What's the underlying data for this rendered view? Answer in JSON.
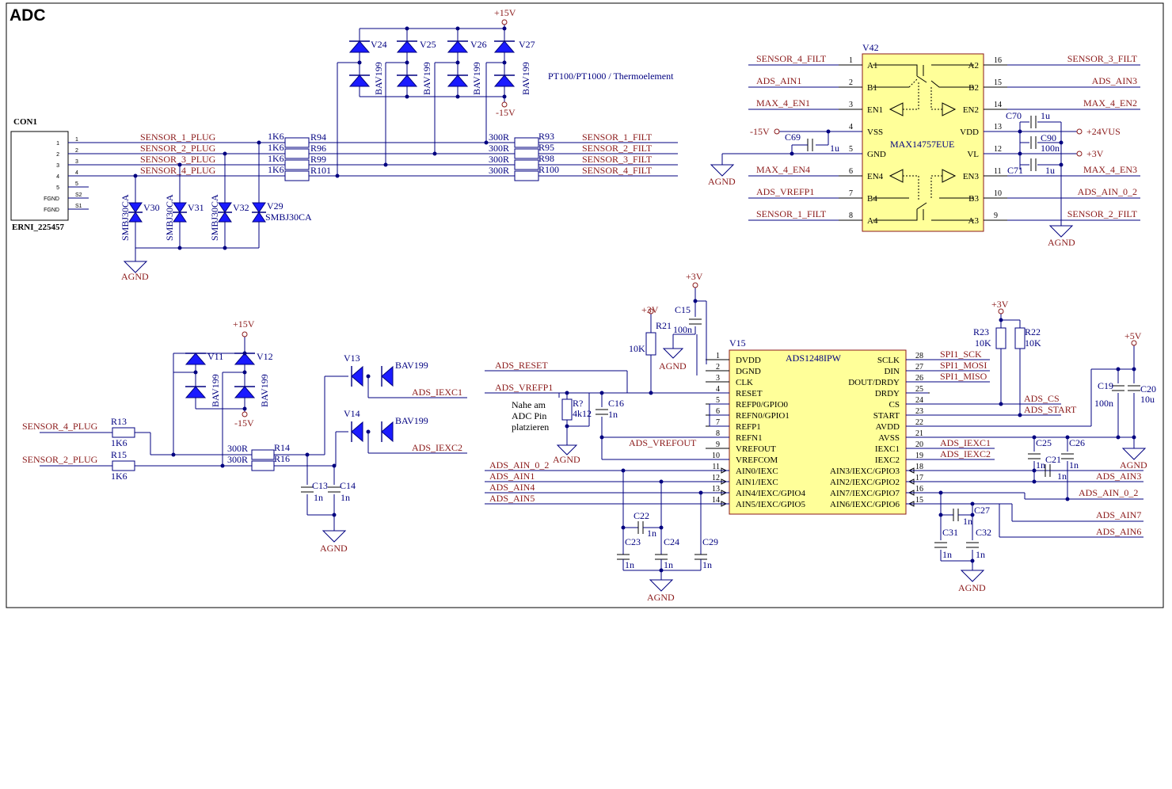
{
  "title": "ADC",
  "note_pt": "PT100/PT1000 / Thermoelement",
  "note_adc": [
    "Nahe am",
    "ADC Pin",
    "platzieren"
  ],
  "connector": {
    "ref": "CON1",
    "part": "ERNI_225457",
    "pins": [
      "1",
      "2",
      "3",
      "4",
      "5",
      "FGND",
      "FGND"
    ],
    "pin_nums": [
      "1",
      "2",
      "3",
      "4",
      "5",
      "S2",
      "S1"
    ]
  },
  "sensor_plug_nets": [
    "SENSOR_1_PLUG",
    "SENSOR_2_PLUG",
    "SENSOR_3_PLUG",
    "SENSOR_4_PLUG"
  ],
  "sensor_filt_nets": [
    "SENSOR_1_FILT",
    "SENSOR_2_FILT",
    "SENSOR_3_FILT",
    "SENSOR_4_FILT"
  ],
  "left_res": {
    "refs": [
      "R94",
      "R96",
      "R99",
      "R101"
    ],
    "value": "1K6"
  },
  "right_res": {
    "refs": [
      "R93",
      "R95",
      "R98",
      "R100"
    ],
    "value": "300R"
  },
  "top_diodes": {
    "refs": [
      "V24",
      "V25",
      "V26",
      "V27"
    ],
    "part": "BAV199"
  },
  "tvs": {
    "refs": [
      "V30",
      "V31",
      "V32",
      "V29"
    ],
    "part": "SMBJ30CA"
  },
  "power": {
    "p15": "+15V",
    "m15": "-15V",
    "p3": "+3V",
    "p5": "+5V",
    "p24": "+24VUS",
    "agnd": "AGND"
  },
  "v42": {
    "ref": "V42",
    "part": "MAX14757EUE",
    "left_pins": [
      {
        "num": "1",
        "name": "A1",
        "net": "SENSOR_4_FILT"
      },
      {
        "num": "2",
        "name": "B1",
        "net": "ADS_AIN1"
      },
      {
        "num": "3",
        "name": "EN1",
        "net": "MAX_4_EN1"
      },
      {
        "num": "4",
        "name": "VSS",
        "net": "-15V"
      },
      {
        "num": "5",
        "name": "GND",
        "net": ""
      },
      {
        "num": "6",
        "name": "EN4",
        "net": "MAX_4_EN4"
      },
      {
        "num": "7",
        "name": "B4",
        "net": "ADS_VREFP1"
      },
      {
        "num": "8",
        "name": "A4",
        "net": "SENSOR_1_FILT"
      }
    ],
    "right_pins": [
      {
        "num": "16",
        "name": "A2",
        "net": "SENSOR_3_FILT"
      },
      {
        "num": "15",
        "name": "B2",
        "net": "ADS_AIN3"
      },
      {
        "num": "14",
        "name": "EN2",
        "net": "MAX_4_EN2"
      },
      {
        "num": "13",
        "name": "VDD",
        "net": "+24VUS"
      },
      {
        "num": "12",
        "name": "VL",
        "net": "+3V"
      },
      {
        "num": "11",
        "name": "EN3",
        "net": "MAX_4_EN3"
      },
      {
        "num": "10",
        "name": "B3",
        "net": "ADS_AIN_0_2"
      },
      {
        "num": "9",
        "name": "A3",
        "net": "SENSOR_2_FILT"
      }
    ],
    "caps": [
      {
        "ref": "C69",
        "value": "1u"
      },
      {
        "ref": "C70",
        "value": "1u"
      },
      {
        "ref": "C90",
        "value": "100n"
      },
      {
        "ref": "C71",
        "value": "1u"
      }
    ]
  },
  "current_src": {
    "sensor4": "SENSOR_4_PLUG",
    "sensor2": "SENSOR_2_PLUG",
    "r13": {
      "ref": "R13",
      "value": "1K6"
    },
    "r15": {
      "ref": "R15",
      "value": "1K6"
    },
    "r14": {
      "ref": "R14",
      "value": "300R"
    },
    "r16": {
      "ref": "R16",
      "value": "300R"
    },
    "v11": "V11",
    "v12": "V12",
    "v13": "V13",
    "v14": "V14",
    "bav": "BAV199",
    "c13": {
      "ref": "C13",
      "value": "1n"
    },
    "c14": {
      "ref": "C14",
      "value": "1n"
    },
    "iexc1": "ADS_IEXC1",
    "iexc2": "ADS_IEXC2"
  },
  "v15": {
    "ref": "V15",
    "part": "ADS1248IPW",
    "left_pins": [
      {
        "num": "1",
        "name": "DVDD"
      },
      {
        "num": "2",
        "name": "DGND"
      },
      {
        "num": "3",
        "name": "CLK"
      },
      {
        "num": "4",
        "name": "RESET"
      },
      {
        "num": "5",
        "name": "REFP0/GPIO0"
      },
      {
        "num": "6",
        "name": "REFN0/GPIO1"
      },
      {
        "num": "7",
        "name": "REFP1"
      },
      {
        "num": "8",
        "name": "REFN1"
      },
      {
        "num": "9",
        "name": "VREFOUT"
      },
      {
        "num": "10",
        "name": "VREFCOM"
      },
      {
        "num": "11",
        "name": "AIN0/IEXC"
      },
      {
        "num": "12",
        "name": "AIN1/IEXC"
      },
      {
        "num": "13",
        "name": "AIN4/IEXC/GPIO4"
      },
      {
        "num": "14",
        "name": "AIN5/IEXC/GPIO5"
      }
    ],
    "right_pins": [
      {
        "num": "28",
        "name": "SCLK",
        "net": "SPI1_SCK"
      },
      {
        "num": "27",
        "name": "DIN",
        "net": "SPI1_MOSI"
      },
      {
        "num": "26",
        "name": "DOUT/DRDY",
        "net": "SPI1_MISO"
      },
      {
        "num": "25",
        "name": "DRDY",
        "net": ""
      },
      {
        "num": "24",
        "name": "CS",
        "net": "ADS_CS"
      },
      {
        "num": "23",
        "name": "START",
        "net": "ADS_START"
      },
      {
        "num": "22",
        "name": "AVDD",
        "net": ""
      },
      {
        "num": "21",
        "name": "AVSS",
        "net": ""
      },
      {
        "num": "20",
        "name": "IEXC1",
        "net": "ADS_IEXC1"
      },
      {
        "num": "19",
        "name": "IEXC2",
        "net": "ADS_IEXC2"
      },
      {
        "num": "18",
        "name": "AIN3/IEXC/GPIO3",
        "net": ""
      },
      {
        "num": "17",
        "name": "AIN2/IEXC/GPIO2",
        "net": ""
      },
      {
        "num": "16",
        "name": "AIN7/IEXC/GPIO7",
        "net": ""
      },
      {
        "num": "15",
        "name": "AIN6/IEXC/GPIO6",
        "net": ""
      }
    ],
    "left_nets": [
      "ADS_RESET",
      "ADS_VREFP1",
      "ADS_VREFOUT",
      "ADS_AIN_0_2",
      "ADS_AIN1",
      "ADS_AIN4",
      "ADS_AIN5"
    ],
    "right_nets": [
      "ADS_AIN3",
      "ADS_AIN_0_2",
      "ADS_AIN7",
      "ADS_AIN6"
    ],
    "parts": {
      "r21": {
        "ref": "R21",
        "value": "10K"
      },
      "c15": {
        "ref": "C15",
        "value": "100n"
      },
      "rq": {
        "ref": "R?",
        "value": "4k12"
      },
      "c16": {
        "ref": "C16",
        "value": "1n"
      },
      "r23": {
        "ref": "R23",
        "value": "10K"
      },
      "r22": {
        "ref": "R22",
        "value": "10K"
      },
      "c19": {
        "ref": "C19",
        "value": "100n"
      },
      "c20": {
        "ref": "C20",
        "value": "10u"
      },
      "c22": {
        "ref": "C22",
        "value": "1n"
      },
      "c23": {
        "ref": "C23",
        "value": "1n"
      },
      "c24": {
        "ref": "C24",
        "value": "1n"
      },
      "c29": {
        "ref": "C29",
        "value": "1n"
      },
      "c25": {
        "ref": "C25",
        "value": "1n"
      },
      "c26": {
        "ref": "C26",
        "value": "1n"
      },
      "c21": {
        "ref": "C21",
        "value": "1n"
      },
      "c27": {
        "ref": "C27",
        "value": "1n"
      },
      "c31": {
        "ref": "C31",
        "value": "1n"
      },
      "c32": {
        "ref": "C32",
        "value": "1n"
      }
    }
  }
}
